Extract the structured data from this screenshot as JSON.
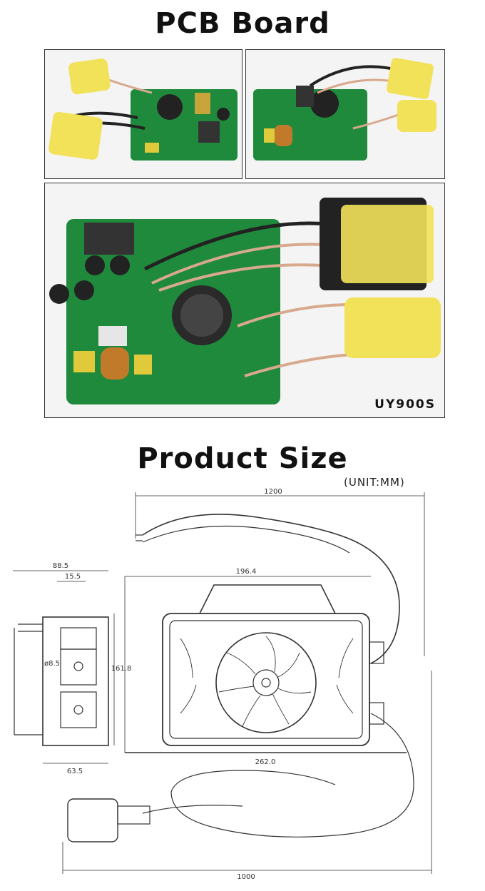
{
  "sections": {
    "pcb": {
      "title": "PCB Board",
      "model_label": "UY900S"
    },
    "size": {
      "title": "Product Size",
      "unit_label": "(UNIT:MM)",
      "dimensions": {
        "cable_top": "1200",
        "depth": "88.5",
        "offset": "15.5",
        "length": "196.4",
        "height": "161.8",
        "hole": "ø8.5",
        "base": "63.5",
        "foot": "262.0",
        "cable_bottom": "1000"
      }
    }
  },
  "colors": {
    "pcb_green": "#1f8a3c",
    "tape_yellow": "#f2e25a",
    "ink": "#111111"
  }
}
